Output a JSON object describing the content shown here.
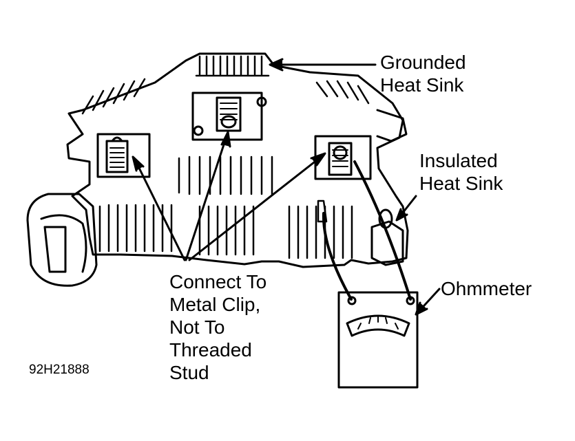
{
  "diagram": {
    "callouts": {
      "grounded_heat_sink": [
        "Grounded",
        "Heat Sink"
      ],
      "insulated_heat_sink": [
        "Insulated",
        "Heat Sink"
      ],
      "connect_to_clip": [
        "Connect To",
        "Metal Clip,",
        "Not To",
        "Threaded",
        "Stud"
      ],
      "ohmmeter": "Ohmmeter"
    },
    "figure_code": "92H21888"
  }
}
